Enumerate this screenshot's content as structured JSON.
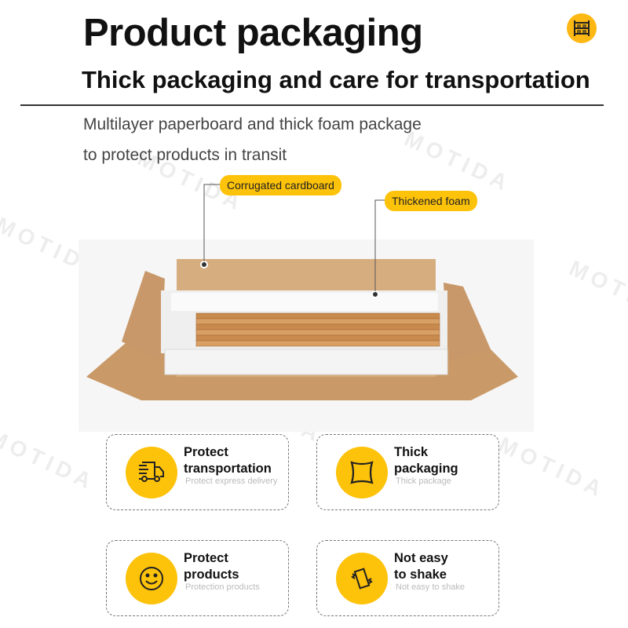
{
  "header": {
    "title": "Product packaging",
    "subtitle": "Thick packaging and care for transportation",
    "badge_icon": "shelf-icon"
  },
  "description": [
    "Multilayer paperboard and thick foam package",
    "to protect products in transit"
  ],
  "callouts": {
    "cardboard": "Corrugated cardboard",
    "foam": "Thickened foam"
  },
  "features": [
    {
      "title": [
        "Protect",
        "transportation"
      ],
      "sub": "Protect express delivery",
      "icon": "truck-icon"
    },
    {
      "title": [
        "Thick",
        "packaging"
      ],
      "sub": "Thick package",
      "icon": "pillow-icon"
    },
    {
      "title": [
        "Protect",
        "products"
      ],
      "sub": "Protection products",
      "icon": "smiley-icon"
    },
    {
      "title": [
        "Not easy",
        "to shake"
      ],
      "sub": "Not easy to shake",
      "icon": "vibrate-phone-icon"
    }
  ],
  "watermark": "MOTIDA",
  "colors": {
    "accent": "#fdc20a",
    "cardboard": "#d2a674",
    "foam": "#f2f2f2"
  }
}
